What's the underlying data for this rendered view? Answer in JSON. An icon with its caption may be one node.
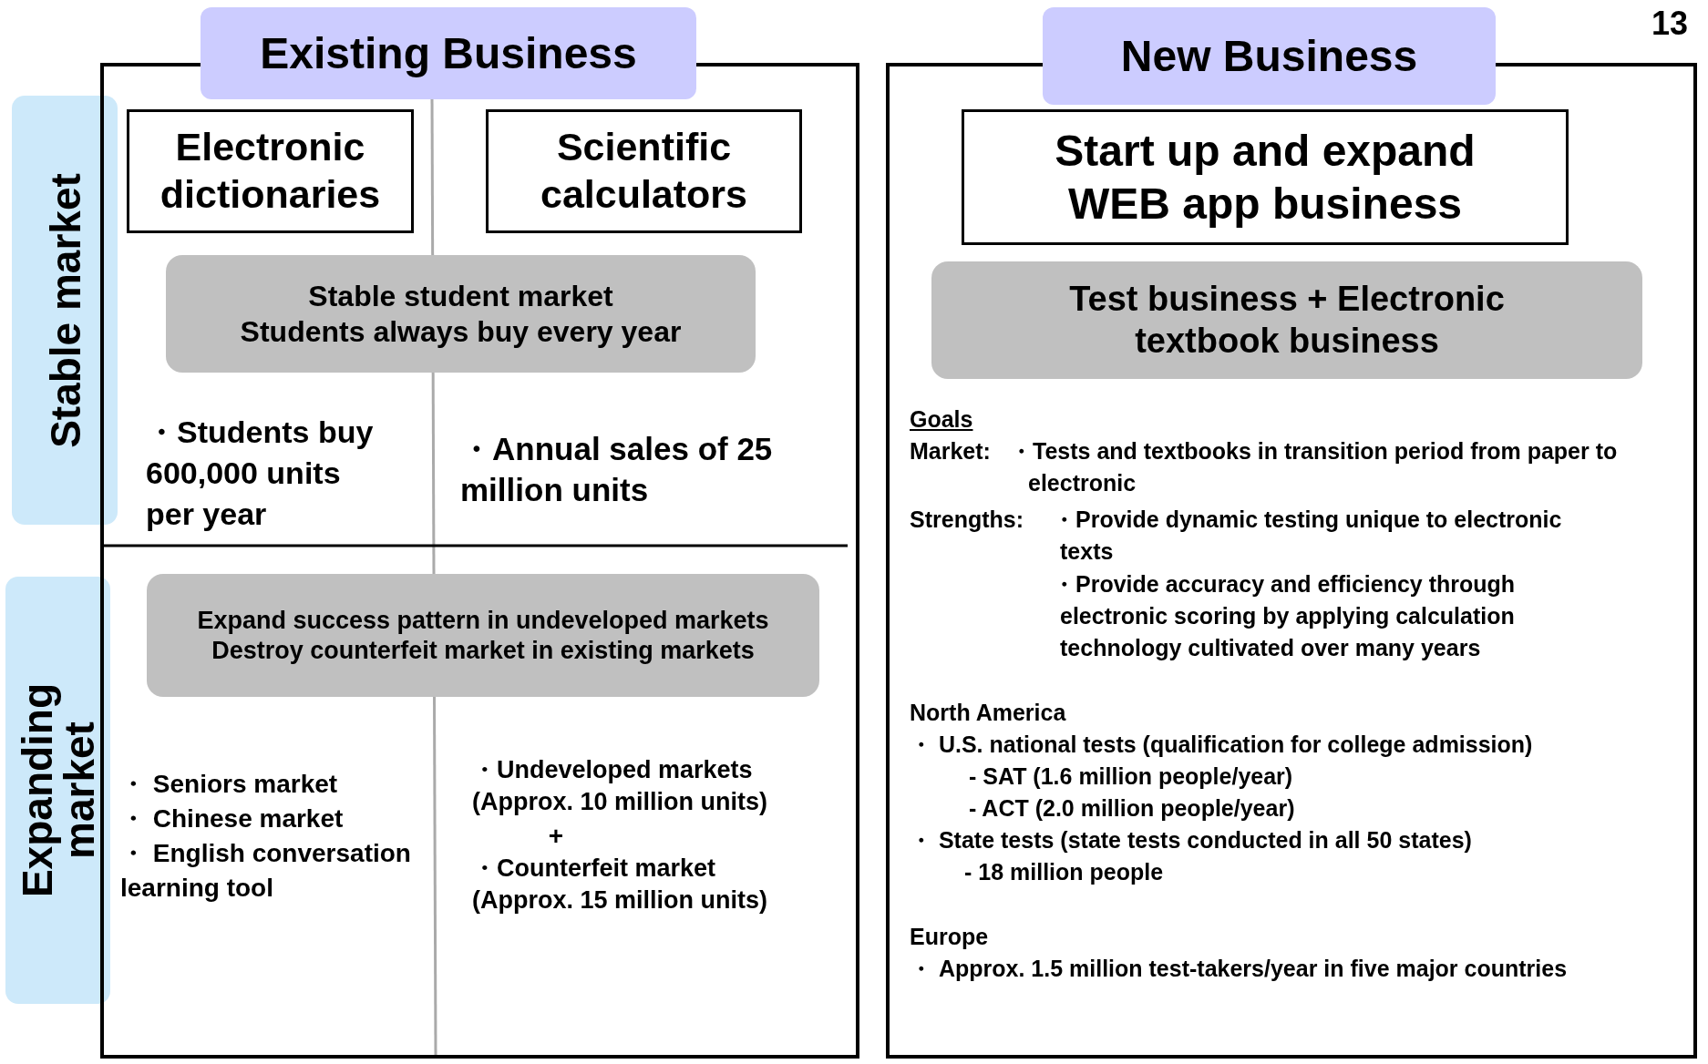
{
  "diagram": {
    "nodes": [
      {
        "text": [
          "Stable market"
        ]
      },
      {
        "text": [
          "Expanding market"
        ]
      },
      {
        "text": [
          "Existing Business"
        ]
      },
      {
        "text": [
          "Electronic dictionaries"
        ],
        "in": 2
      },
      {
        "text": [
          "Scientific calculators"
        ],
        "in": 2
      },
      {
        "text": [
          "Stable student market",
          "Students always buy every year"
        ],
        "in": 2
      },
      {
        "text": [
          "Expand success pattern in undeveloped markets",
          "Destroy counterfeit market in existing markets"
        ],
        "in": 2
      },
      {
        "text": [
          "New Business"
        ]
      },
      {
        "text": [
          "Start up and expand WEB app business"
        ],
        "in": 7
      },
      {
        "text": [
          "Test business + Electronic textbook business"
        ],
        "in": 7
      }
    ],
    "labels": [
      "13",
      "・Students buy 600,000 units per year",
      "・Annual sales of 25 million units",
      "・ Seniors market",
      "・ Chinese market",
      "・ English conversation learning tool",
      "・Undeveloped markets (Approx. 10 million units)",
      "+",
      "・Counterfeit market (Approx. 15 million units)",
      "Goals",
      "Market:",
      "・Tests and textbooks in transition period from paper to electronic",
      "Strengths:",
      "・Provide dynamic testing unique to electronic texts",
      "・Provide accuracy and efficiency through electronic scoring by applying calculation technology cultivated over many years",
      "North America",
      "・ U.S. national tests (qualification for college admission)",
      "- SAT (1.6 million people/year)",
      "- ACT (2.0 million people/year)",
      "・ State tests (state tests conducted in all 50 states)",
      "- 18 million people",
      "Europe",
      "・ Approx. 1.5 million test-takers/year in five major countries"
    ]
  }
}
